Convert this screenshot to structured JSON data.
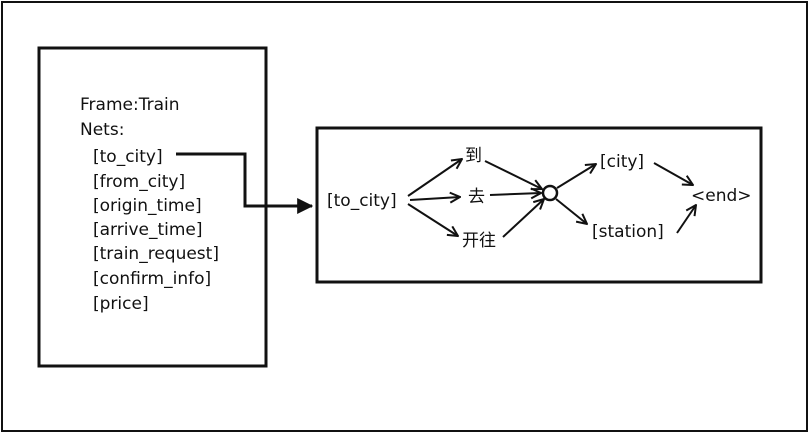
{
  "frame": {
    "title": "Frame:Train",
    "nets_label": "Nets:",
    "nets": [
      "[to_city]",
      "[from_city]",
      "[origin_time]",
      "[arrive_time]",
      "[train_request]",
      "[confirm_info]",
      "[price]"
    ]
  },
  "net_graph": {
    "start": "[to_city]",
    "mid_words": [
      "到",
      "去",
      "开往"
    ],
    "targets": [
      "[city]",
      "[station]"
    ],
    "end": "<end>"
  },
  "colors": {
    "stroke": "#111111",
    "background": "#ffffff"
  }
}
